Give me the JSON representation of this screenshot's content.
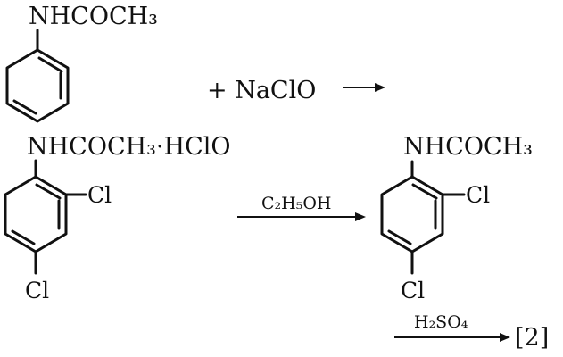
{
  "reaction1": {
    "reactant_group": "NHCOCH₃",
    "plus_reagent": "+ NaClO"
  },
  "reaction2": {
    "reactant_group": "NHCOCH₃·HClO",
    "reactant_cl_ortho": "Cl",
    "reactant_cl_para": "Cl",
    "condition": "C₂H₅OH",
    "product_group": "NHCOCH₃",
    "product_cl_ortho": "Cl",
    "product_cl_para": "Cl"
  },
  "reaction3": {
    "condition": "H₂SO₄",
    "product_label": "[2]"
  }
}
